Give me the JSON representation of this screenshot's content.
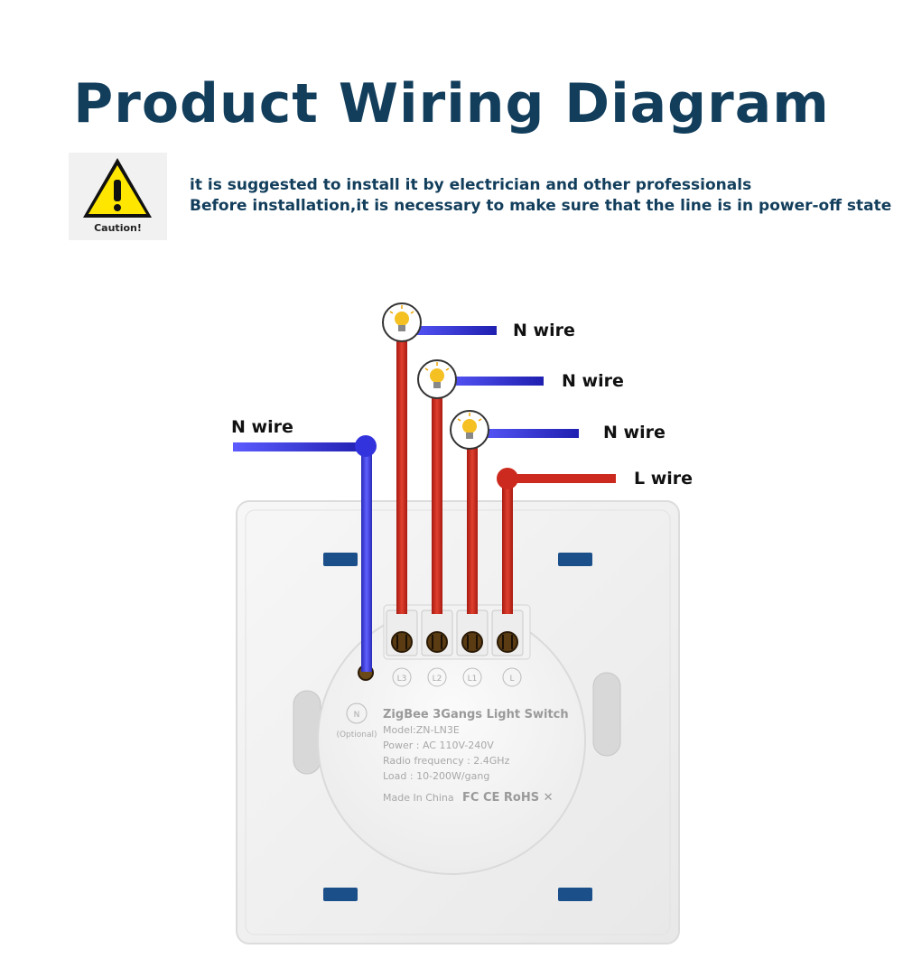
{
  "title": "Product Wiring Diagram",
  "caution": {
    "label": "Caution!",
    "line1": "it is suggested to install it by electrician and other professionals",
    "line2": "Before installation,it is necessary to make sure that the line is in power-off state"
  },
  "wires": {
    "n_left": "N wire",
    "n_top": "N wire",
    "n_mid": "N wire",
    "n_low": "N wire",
    "l_wire": "L wire"
  },
  "terminals": [
    "L3",
    "L2",
    "L1",
    "L"
  ],
  "neutral_terminal": {
    "label": "N",
    "note": "(Optional)"
  },
  "product": {
    "name": "ZigBee 3Gangs Light Switch",
    "model": "Model:ZN-LN3E",
    "power": "Power : AC 110V-240V",
    "radio": "Radio frequency : 2.4GHz",
    "load": "Load : 10-200W/gang",
    "origin": "Made In China",
    "certs": "FC CE RoHS ✕"
  },
  "colors": {
    "title": "#123e5c",
    "n_wire": "#3333dd",
    "l_wire": "#cc2a1e",
    "bulb": "#f5c022"
  },
  "icons": [
    "warning-triangle-icon",
    "light-bulb-icon"
  ]
}
